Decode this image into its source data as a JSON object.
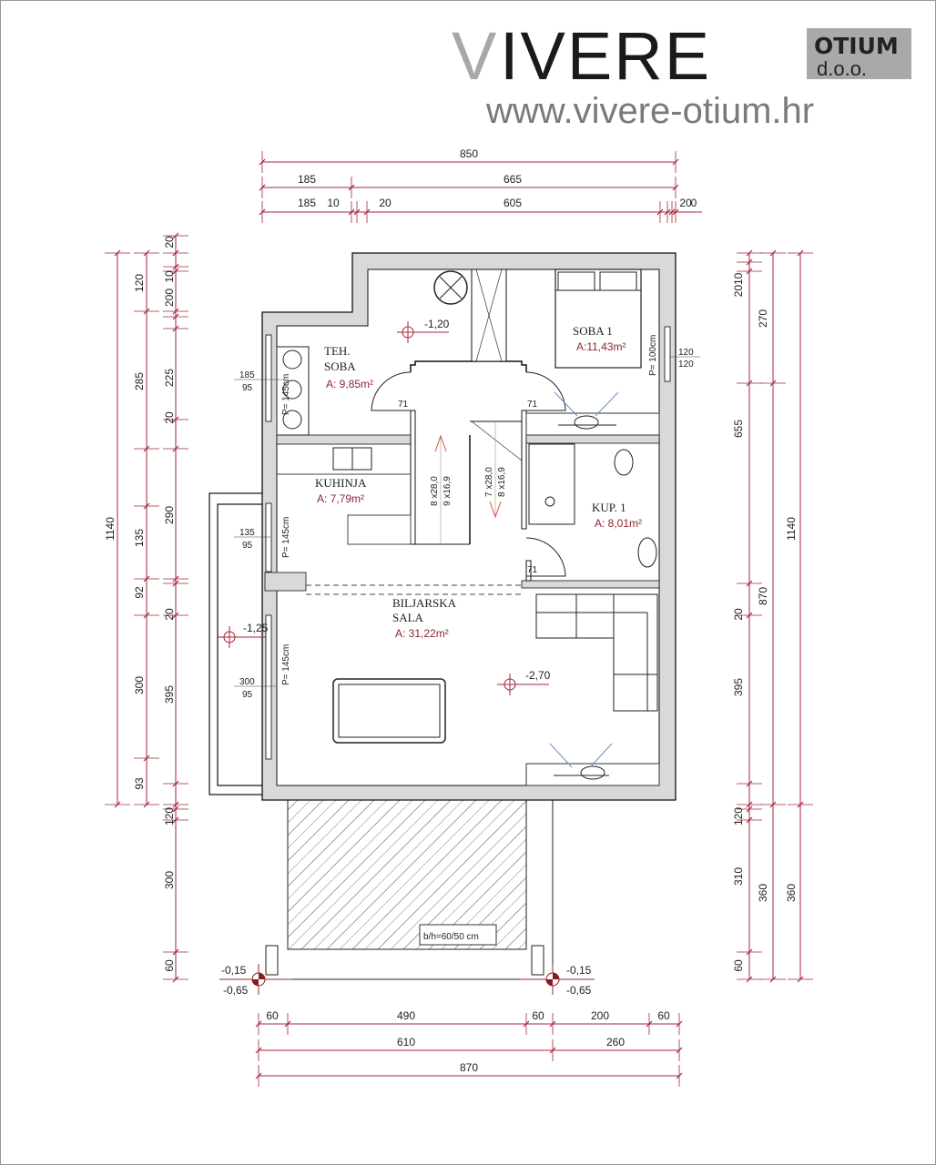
{
  "logo": {
    "brand_v": "V",
    "brand_rest": "IVERE",
    "otium": "OTIUM",
    "doo": "d.o.o.",
    "url": "www.vivere-otium.hr"
  },
  "colors": {
    "dimension": "#a3263c",
    "area_text": "#8b2530",
    "wall": "#d9d9d9",
    "window_blue": "#6f8fc9"
  },
  "rooms": [
    {
      "name_lines": [
        "TEH.",
        "SOBA"
      ],
      "area": "A: 9,85m²"
    },
    {
      "name_lines": [
        "SOBA 1"
      ],
      "area": "A:11,43m²"
    },
    {
      "name_lines": [
        "KUHINJA"
      ],
      "area": "A: 7,79m²"
    },
    {
      "name_lines": [
        "KUP. 1"
      ],
      "area": "A: 8,01m²"
    },
    {
      "name_lines": [
        "BILJARSKA",
        "SALA"
      ],
      "area": "A: 31,22m²"
    }
  ],
  "levels": {
    "teh_soba": "-1,20",
    "balcony": "-1,25",
    "billiard": "-2,70",
    "terrace_left_top": "-0,15",
    "terrace_left_bottom": "-0,65",
    "terrace_right_top": "-0,15",
    "terrace_right_bottom": "-0,65"
  },
  "windows": [
    {
      "top": "185",
      "bottom": "95",
      "sill": "P= 145cm"
    },
    {
      "top": "135",
      "bottom": "95",
      "sill": "P= 145cm"
    },
    {
      "top": "300",
      "bottom": "95",
      "sill": "P= 145cm"
    },
    {
      "top": "120",
      "bottom": "120",
      "sill": "P= 100cm"
    }
  ],
  "doors": [
    "71",
    "71",
    "71"
  ],
  "stairs": {
    "left": [
      "8 x28,0",
      "9 x16,9"
    ],
    "right": [
      "7 x28,0",
      "8 x16,9"
    ]
  },
  "terrace_note": "b/h=60/50 cm",
  "dimensions": {
    "top": [
      "850",
      "185",
      "665",
      "185",
      "10",
      "20",
      "605",
      "20",
      "0"
    ],
    "left": [
      "1140",
      "120",
      "285",
      "135",
      "92",
      "300",
      "93",
      "20",
      "10",
      "200",
      "225",
      "20",
      "290",
      "20",
      "395",
      "120",
      "300",
      "60"
    ],
    "right": [
      "2010",
      "655",
      "20",
      "395",
      "120",
      "310",
      "60",
      "270",
      "870",
      "360",
      "1140",
      "360"
    ],
    "bottom": [
      "60",
      "490",
      "60",
      "200",
      "60",
      "610",
      "260",
      "870"
    ]
  }
}
